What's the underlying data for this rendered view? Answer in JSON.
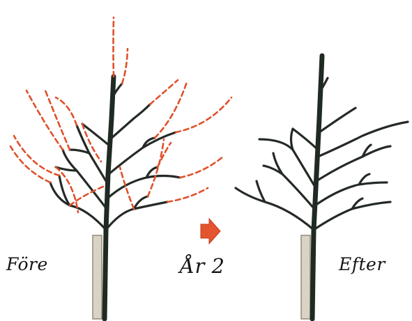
{
  "captions": {
    "before": "Före",
    "year": "År 2",
    "after": "Efter"
  },
  "colors": {
    "trunk": "#1f2a22",
    "branch": "#242a26",
    "cut_marks": "#e0502a",
    "arrow": "#e4542f",
    "stake": "#d9d3c4",
    "stake_outline": "#8a8474",
    "background": "#ffffff"
  },
  "icons": {
    "arrow": "right-arrow-icon"
  }
}
